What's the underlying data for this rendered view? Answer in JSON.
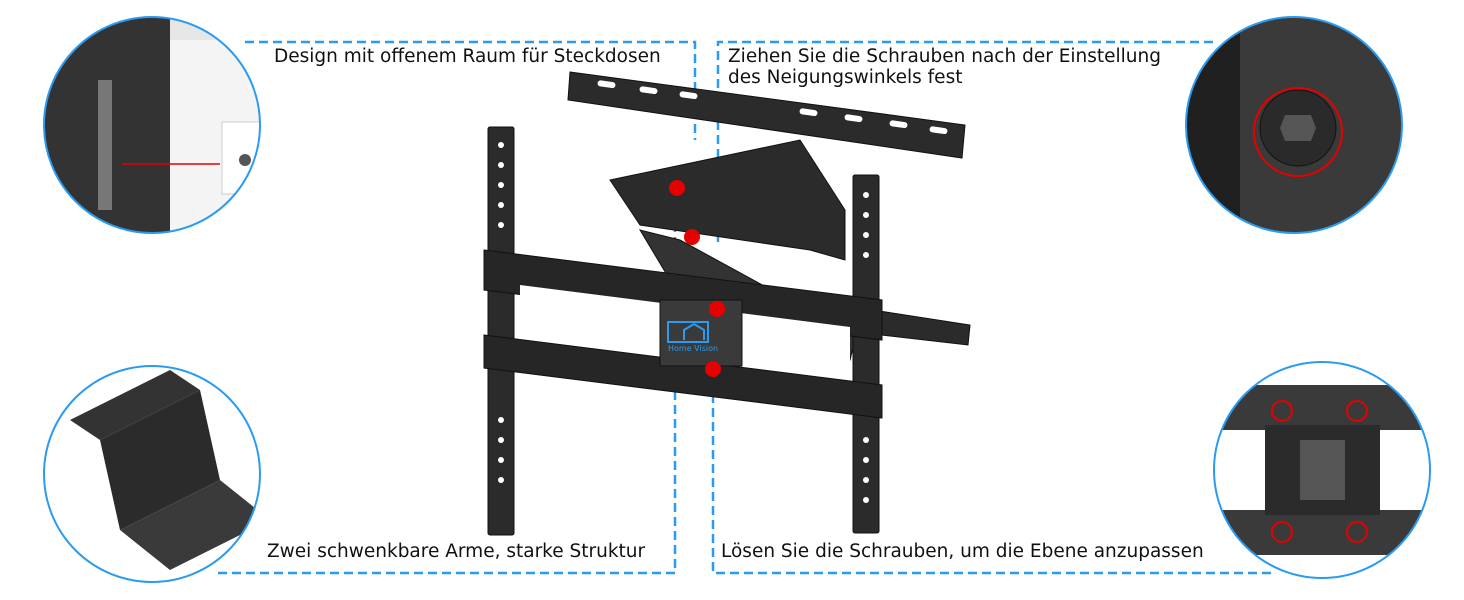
{
  "labels": {
    "top_left": "Design mit offenem Raum für Steckdosen",
    "top_right_line1": "Ziehen Sie die Schrauben nach der Einstellung",
    "top_right_line2": "des Neigungswinkels fest",
    "bottom_left": "Zwei schwenkbare Arme, starke Struktur",
    "bottom_right": "Lösen Sie die Schrauben, um die Ebene anzupassen"
  },
  "logo_text": "Home Vision",
  "colors": {
    "accent_blue": "#2a9bf0",
    "marker_red": "#e60000",
    "metal": "#2b2b2b"
  }
}
